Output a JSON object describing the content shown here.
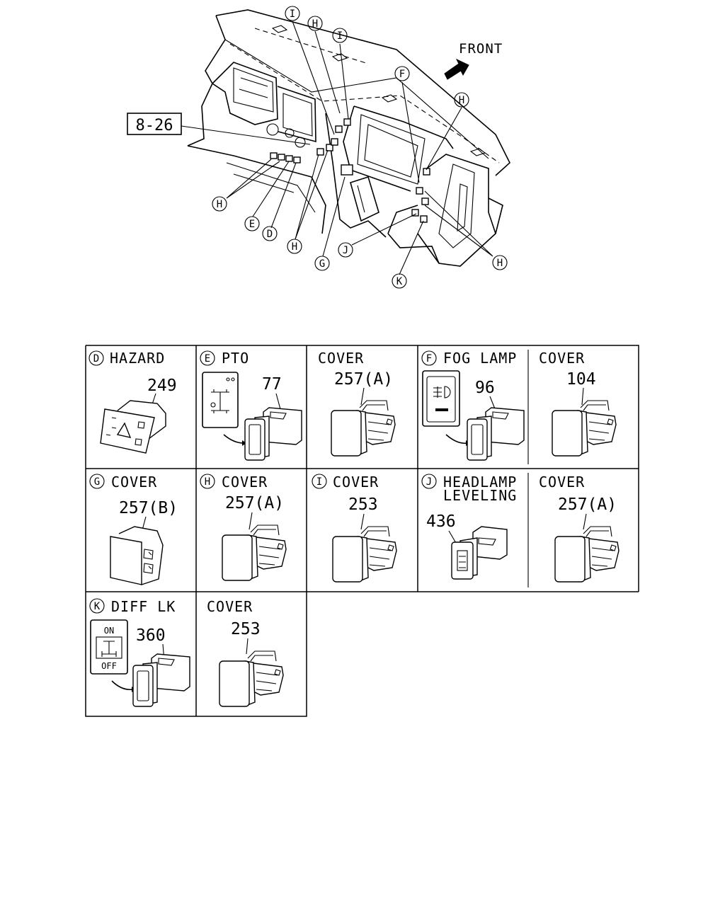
{
  "overview": {
    "front_label": "FRONT",
    "ref_box": "8-26",
    "callouts": [
      "I",
      "H",
      "I",
      "F",
      "H",
      "H",
      "E",
      "D",
      "H",
      "G",
      "J",
      "H",
      "K"
    ]
  },
  "cells": [
    {
      "letter": "D",
      "title": "HAZARD",
      "title2": "",
      "part": "249"
    },
    {
      "letter": "E",
      "title": "PTO",
      "title2": "",
      "part": "77"
    },
    {
      "letter": "",
      "title": "COVER",
      "title2": "",
      "part": "257(A)"
    },
    {
      "letter": "F",
      "title": "FOG LAMP",
      "title2": "",
      "part": "96"
    },
    {
      "letter": "",
      "title": "COVER",
      "title2": "",
      "part": "104"
    },
    {
      "letter": "G",
      "title": "COVER",
      "title2": "",
      "part": "257(B)"
    },
    {
      "letter": "H",
      "title": "COVER",
      "title2": "",
      "part": "257(A)"
    },
    {
      "letter": "I",
      "title": "COVER",
      "title2": "",
      "part": "253"
    },
    {
      "letter": "J",
      "title": "HEADLAMP",
      "title2": "LEVELING",
      "part": "436"
    },
    {
      "letter": "",
      "title": "COVER",
      "title2": "",
      "part": "257(A)"
    },
    {
      "letter": "K",
      "title": "DIFF LK",
      "title2": "",
      "part": "360"
    },
    {
      "letter": "",
      "title": "COVER",
      "title2": "",
      "part": "253"
    }
  ],
  "switch_labels": {
    "on": "ON",
    "off": "OFF"
  }
}
